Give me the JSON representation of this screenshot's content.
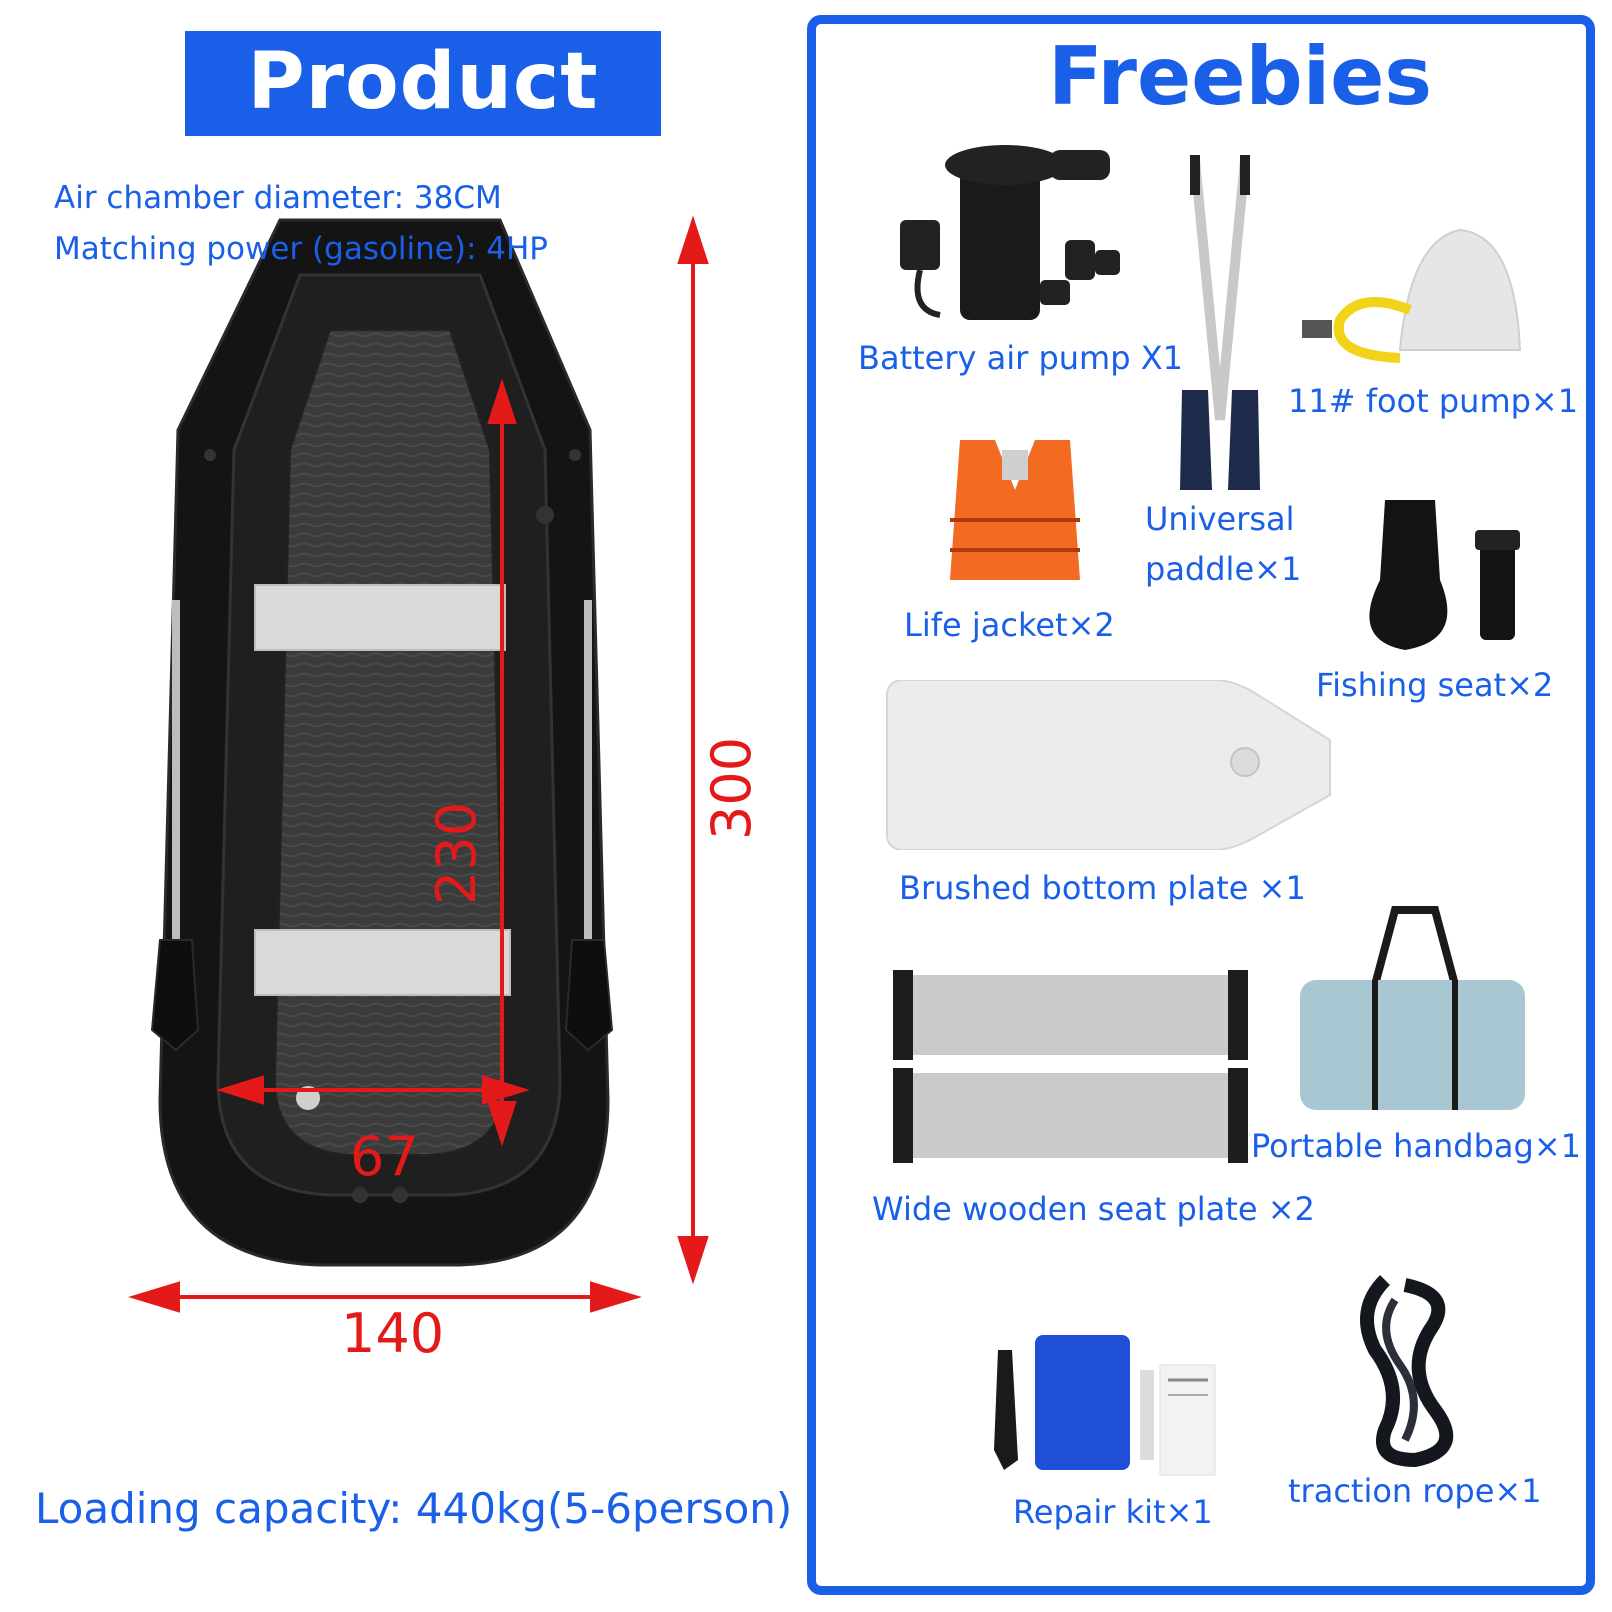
{
  "left": {
    "title": "Product size",
    "specs": [
      "Air chamber diameter: 38CM",
      "Matching power (gasoline): 4HP"
    ],
    "capacity": "Loading capacity: 440kg(5-6person)",
    "dimensions": {
      "width_outer": "140",
      "length_outer": "300",
      "length_inner": "230",
      "width_inner": "67"
    }
  },
  "right": {
    "title": "Freebies",
    "items": [
      {
        "label": "Battery air pump X1"
      },
      {
        "label": "11# foot pump×1"
      },
      {
        "label_line1": "Universal",
        "label_line2": "paddle×1"
      },
      {
        "label": "Life jacket×2"
      },
      {
        "label": "Fishing seat×2"
      },
      {
        "label": "Brushed bottom plate ×1"
      },
      {
        "label": "Portable handbag×1"
      },
      {
        "label": "Wide wooden seat plate ×2"
      },
      {
        "label": "Repair kit×1"
      },
      {
        "label": "traction rope×1"
      }
    ]
  },
  "colors": {
    "brand_blue": "#1a5fe8",
    "dimension_red": "#e41a1a",
    "boat_black": "#151515"
  }
}
